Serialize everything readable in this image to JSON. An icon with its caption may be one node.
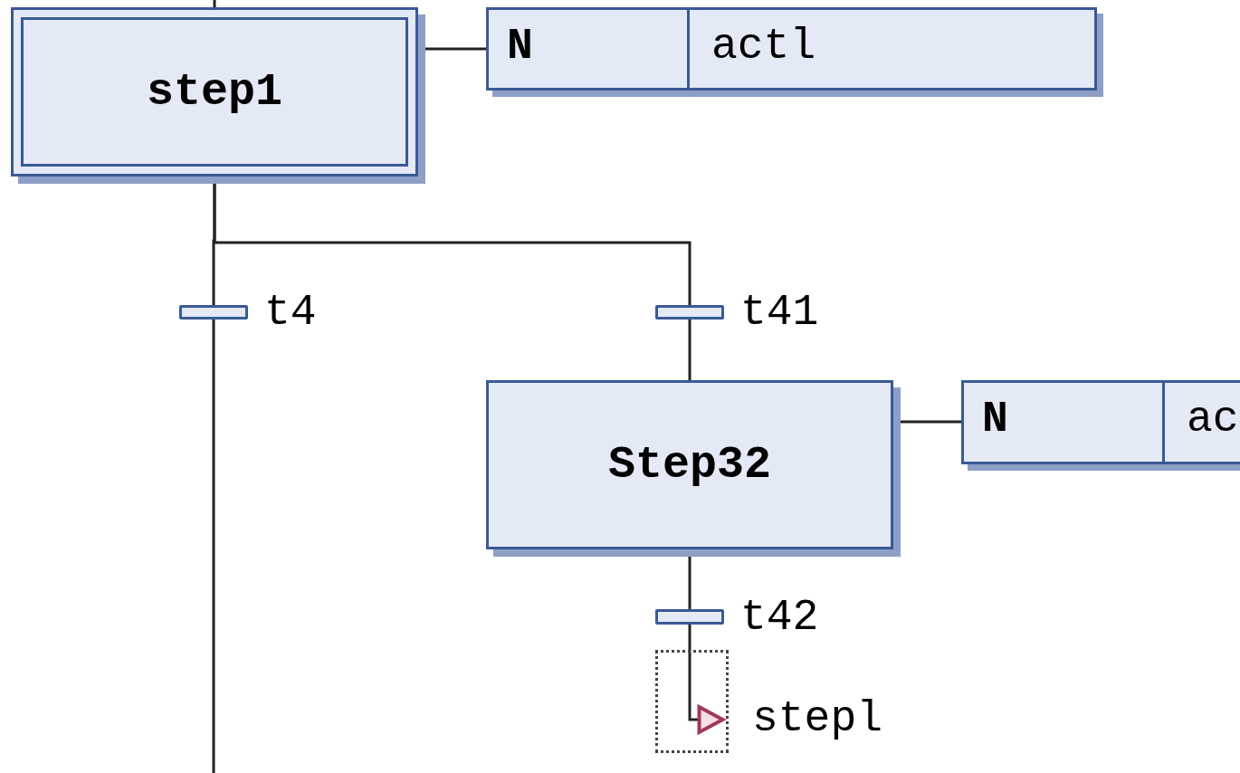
{
  "diagram": {
    "nodes": [
      {
        "text": [
          "step1"
        ]
      },
      {
        "text": [
          "N",
          "actl"
        ]
      },
      {
        "text": [],
        "shape": "bar",
        "beside": [
          "t4"
        ]
      },
      {
        "text": [],
        "shape": "bar",
        "beside": [
          "t41"
        ]
      },
      {
        "text": [
          "Step32"
        ]
      },
      {
        "text": [
          "N",
          "ac"
        ]
      },
      {
        "text": [],
        "shape": "bar",
        "beside": [
          "t42"
        ]
      },
      {
        "text": [],
        "shape": "box",
        "beside": [
          "stepl"
        ]
      }
    ],
    "edges": [
      {
        "from": null,
        "to": 0,
        "arrow": "none"
      },
      {
        "from": 0,
        "to": 1,
        "arrow": "none"
      },
      {
        "from": 0,
        "to": 2,
        "arrow": "none"
      },
      {
        "from": 0,
        "to": 3,
        "arrow": "none"
      },
      {
        "from": 3,
        "to": 4,
        "arrow": "none"
      },
      {
        "from": 4,
        "to": 5,
        "arrow": "none"
      },
      {
        "from": 4,
        "to": 6,
        "arrow": "none"
      },
      {
        "from": 6,
        "to": 7,
        "arrow": "to"
      },
      {
        "from": 2,
        "to": null,
        "arrow": "none"
      }
    ]
  }
}
